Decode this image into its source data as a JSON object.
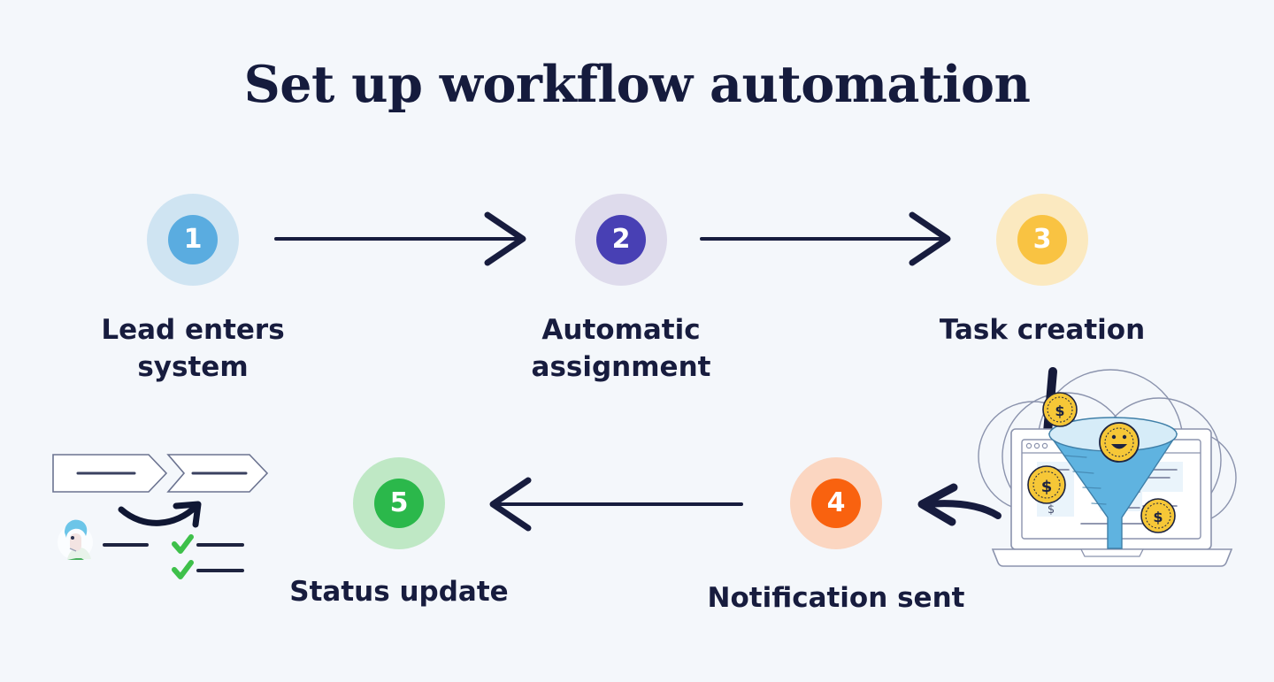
{
  "page": {
    "title": "Set up workflow automation",
    "background_color": "#f4f7fb",
    "text_color": "#171c3e"
  },
  "flow": {
    "steps": [
      {
        "number": "1",
        "label": "Lead enters\nsystem",
        "inner_color": "#5aace0",
        "halo_color": "#cfe4f2"
      },
      {
        "number": "2",
        "label": "Automatic\nassignment",
        "inner_color": "#4840b4",
        "halo_color": "#dedbec"
      },
      {
        "number": "3",
        "label": "Task creation",
        "inner_color": "#f9c342",
        "halo_color": "#fbe9c0"
      },
      {
        "number": "4",
        "label": "Notification sent",
        "inner_color": "#f9620f",
        "halo_color": "#fbd6c1"
      },
      {
        "number": "5",
        "label": "Status update",
        "inner_color": "#2bb84b",
        "halo_color": "#bfe8c5"
      }
    ],
    "connectors": [
      {
        "name": "arrow-step1-to-step2",
        "direction": "right"
      },
      {
        "name": "arrow-step2-to-step3",
        "direction": "right"
      },
      {
        "name": "arrow-step4-to-step5",
        "direction": "left"
      },
      {
        "name": "arrow-illustration-to-step4",
        "direction": "left-curved"
      }
    ],
    "arrow_color": "#171c3e"
  },
  "illustrations": {
    "left": {
      "name": "process-checklist-illustration",
      "elements": [
        "chevron-banner",
        "chevron-banner",
        "curved-arrow",
        "avatar",
        "task-line",
        "check-item",
        "check-item"
      ],
      "check_color": "#3ec04a",
      "avatar_hair_color": "#6cc5e8",
      "line_color": "#1e2440"
    },
    "right": {
      "name": "laptop-funnel-illustration",
      "elements": [
        "laptop",
        "funnel",
        "coin-dollar",
        "coin-dollar",
        "coin-dollar",
        "coin-smiley",
        "orbit-circle",
        "orbit-circle",
        "orbit-circle"
      ],
      "funnel_color": "#5fb3e0",
      "funnel_top_color": "#d6ecf8",
      "coin_color": "#f6c737",
      "laptop_color": "#ffffff"
    }
  }
}
